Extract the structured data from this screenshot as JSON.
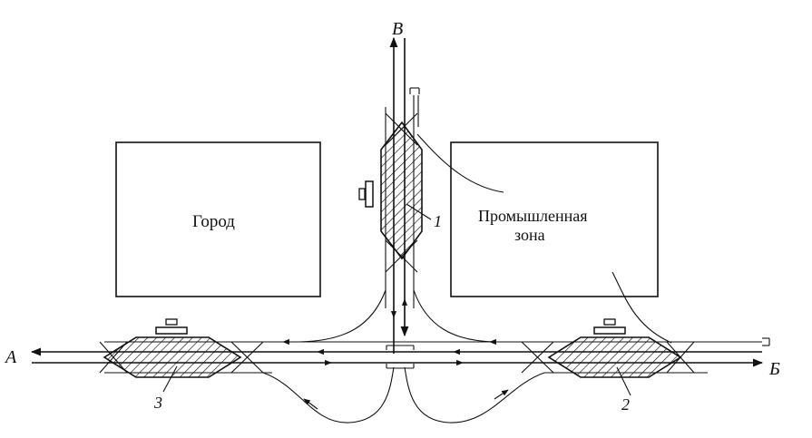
{
  "zones": {
    "city": "Город",
    "industrial_line1": "Промышленная",
    "industrial_line2": "зона"
  },
  "directions": {
    "west": "A",
    "east": "Б",
    "north": "B"
  },
  "stations": {
    "s1": "1",
    "s2": "2",
    "s3": "3"
  },
  "colors": {
    "ink": "#111111",
    "paper": "#ffffff"
  }
}
